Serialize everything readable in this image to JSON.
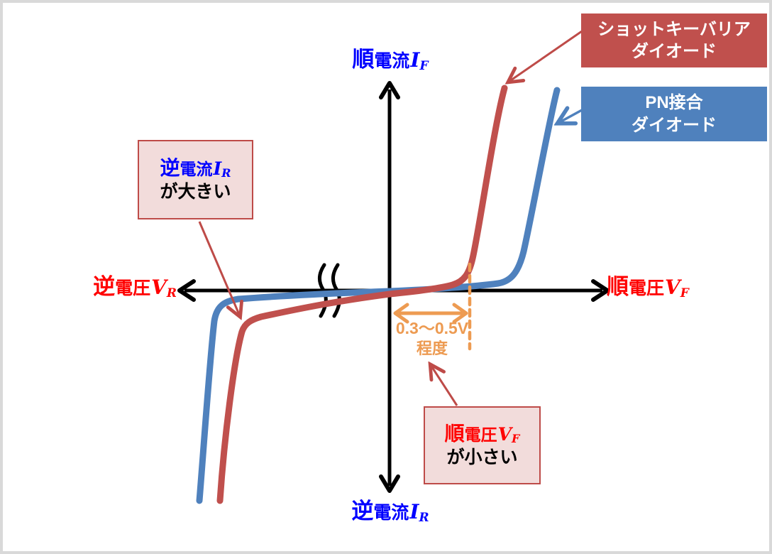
{
  "page": {
    "background": "#ffffff",
    "border_color": "#d9d9d9"
  },
  "axis": {
    "top": {
      "kanji_big": "順",
      "kanji_small": "電流",
      "symbol": "I",
      "subscript": "F",
      "color": "#0000ff"
    },
    "bottom": {
      "kanji_big": "逆",
      "kanji_small": "電流",
      "symbol": "I",
      "subscript": "R",
      "color": "#0000ff"
    },
    "left": {
      "kanji_big": "逆",
      "kanji_small": "電圧",
      "symbol": "V",
      "subscript": "R",
      "color": "#ff0000"
    },
    "right": {
      "kanji_big": "順",
      "kanji_small": "電圧",
      "symbol": "V",
      "subscript": "F",
      "color": "#ff0000"
    }
  },
  "legend": {
    "schottky": {
      "line1": "ショットキーバリア",
      "line2": "ダイオード",
      "bg": "#C0504D",
      "text_color": "#ffffff"
    },
    "pn": {
      "line1": "PN接合",
      "line2": "ダイオード",
      "bg": "#4F81BD",
      "text_color": "#ffffff"
    }
  },
  "callouts": {
    "reverse_current": {
      "kanji_big": "逆",
      "kanji_small": "電流",
      "symbol": "I",
      "subscript": "R",
      "suffix": "が大きい",
      "term_color": "#0000ff",
      "bg": "#F2DCDB",
      "border_color": "#BE4B48"
    },
    "forward_voltage": {
      "kanji_big": "順",
      "kanji_small": "電圧",
      "symbol": "V",
      "subscript": "F",
      "suffix": "が小さい",
      "term_color": "#ff0000",
      "bg": "#F2DCDB",
      "border_color": "#BE4B48"
    }
  },
  "annotation": {
    "range_label": "0.3～0.5V",
    "range_label2": "程度",
    "color": "#ED9B52"
  },
  "curves": {
    "schottky": {
      "name": "ショットキーバリアダイオード",
      "color": "#C0504D"
    },
    "pn": {
      "name": "PN接合ダイオード",
      "color": "#4F81BD"
    },
    "axis_color": "#000000",
    "note": "横軸に波線の省略記号あり、順方向立ち上がり電圧 0.3～0.5V程度"
  }
}
